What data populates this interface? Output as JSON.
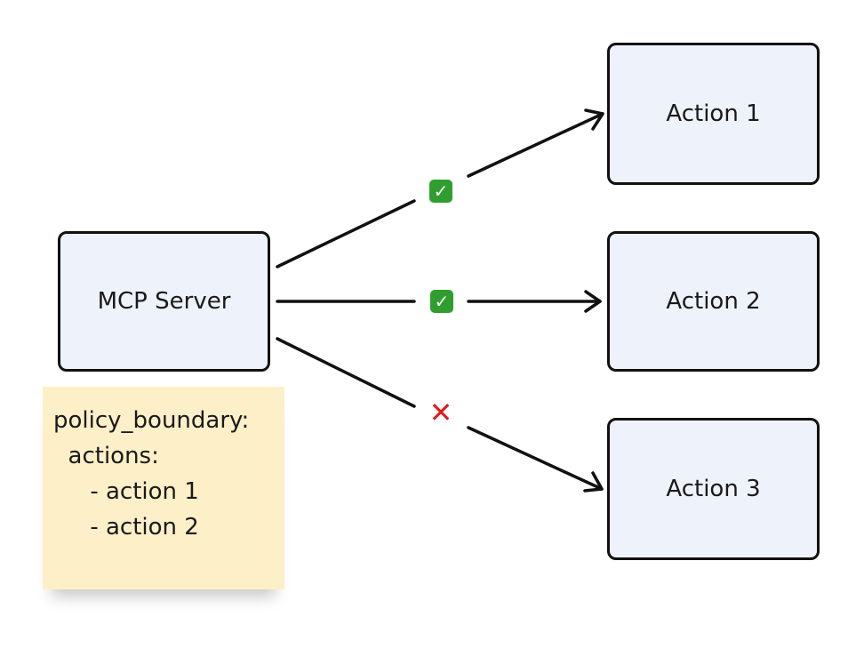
{
  "nodes": {
    "server": "MCP Server",
    "action_1": "Action 1",
    "action_2": "Action 2",
    "action_3": "Action 3"
  },
  "edges": [
    {
      "from": "MCP Server",
      "to": "Action 1",
      "status": "allowed",
      "badge": "check-mark-icon"
    },
    {
      "from": "MCP Server",
      "to": "Action 2",
      "status": "allowed",
      "badge": "check-mark-icon"
    },
    {
      "from": "MCP Server",
      "to": "Action 3",
      "status": "denied",
      "badge": "cross-mark-icon"
    }
  ],
  "badges": {
    "allowed_glyph": "✓",
    "denied_glyph": "✕"
  },
  "note": {
    "lines": [
      "policy_boundary:",
      "  actions:",
      "     - action 1",
      "     - action 2"
    ]
  },
  "colors": {
    "node_fill": "#eef2fb",
    "node_border": "#111111",
    "allowed": "#2f9e2f",
    "denied": "#e01b1b",
    "note_fill": "#fdf0c8"
  }
}
